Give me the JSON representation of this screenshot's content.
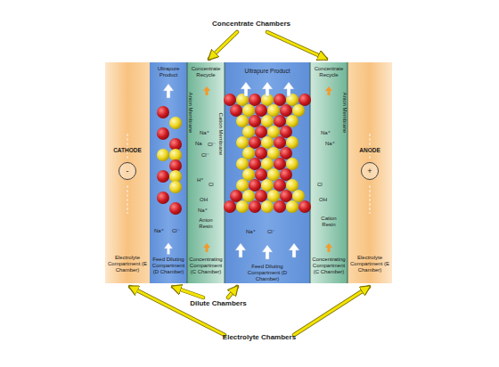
{
  "diagram": {
    "nodes": [
      {
        "text": [
          "CATHODE",
          "-",
          "Electrolyte Compartment (E Chamber)"
        ]
      },
      {
        "text": [
          "Ultrapure Product",
          "Feed Diluting Compartment (D Chamber)"
        ]
      },
      {
        "text": [
          "Concentrate Recycle",
          "Concentrating Compartment (C Chamber)"
        ]
      },
      {
        "text": [
          "Ultrapure Product",
          "Feed Diluting Compartment (D Chamber)"
        ]
      },
      {
        "text": [
          "Concentrate Recycle",
          "Concentrating Compartment (C Chamber)"
        ]
      },
      {
        "text": [
          "ANODE",
          "+",
          "Electrolyte Compartment (E Chamber)"
        ]
      }
    ],
    "labels": [
      "Concentrate Chambers",
      "Anion Membrane",
      "Cation Membrane",
      "Anion Membrane",
      "Na⁺",
      "Na",
      "Cl⁻",
      "Cl⁻",
      "H⁺",
      "Cl",
      "OH",
      "Na⁺",
      "Anion Resin",
      "Na⁺",
      "Cl⁻",
      "Na⁺",
      "Cl⁻",
      "Na⁺",
      "Na⁺",
      "Cl",
      "OH",
      "Cation Resin",
      "Dilute Chambers",
      "Electrolyte Chambers"
    ]
  }
}
